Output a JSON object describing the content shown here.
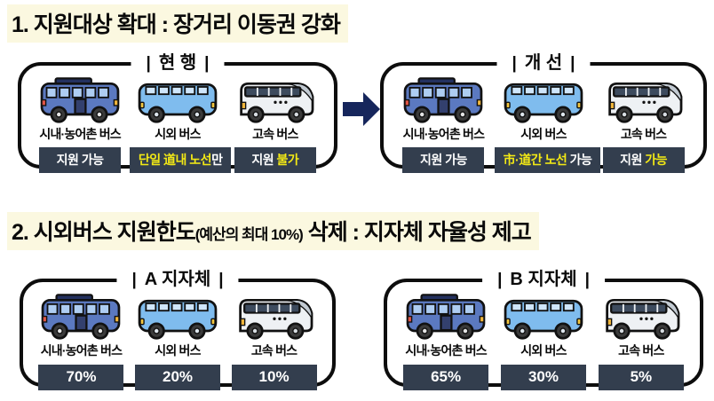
{
  "colors": {
    "badge_bg": "#333e4e",
    "white": "#ffffff",
    "yellow": "#f3e915",
    "arrow_navy": "#16265c",
    "title_highlight": "#fbf8e0",
    "box_border": "#0d0d0d"
  },
  "decor": {
    "bar": "|"
  },
  "section1": {
    "title": "1. 지원대상 확대 : 장거리 이동권 강화",
    "boxes": [
      {
        "header": "현 행",
        "items": [
          {
            "bus": "city-bus-icon",
            "name": "시내·농어촌 버스",
            "badge": {
              "p1": "지원 가능",
              "p1_color": "white"
            }
          },
          {
            "bus": "intercity-bus-icon",
            "name": "시외 버스",
            "badge": {
              "p1": "단일 道내 노선",
              "p1_color": "yellow",
              "p2": "만",
              "p2_color": "white"
            }
          },
          {
            "bus": "express-bus-icon",
            "name": "고속 버스",
            "badge": {
              "p1": "지원 ",
              "p1_color": "white",
              "p2": "불가",
              "p2_color": "yellow"
            }
          }
        ]
      },
      {
        "header": "개 선",
        "items": [
          {
            "bus": "city-bus-icon",
            "name": "시내·농어촌 버스",
            "badge": {
              "p1": "지원 가능",
              "p1_color": "white"
            }
          },
          {
            "bus": "intercity-bus-icon",
            "name": "시외 버스",
            "badge": {
              "p1": "市·道간 노선",
              "p1_color": "yellow",
              "p2": " 가능",
              "p2_color": "white"
            }
          },
          {
            "bus": "express-bus-icon",
            "name": "고속 버스",
            "badge": {
              "p1": "지원 ",
              "p1_color": "white",
              "p2": "가능",
              "p2_color": "yellow"
            }
          }
        ]
      }
    ]
  },
  "section2": {
    "title_prefix": "2. 시외버스 지원한도",
    "title_paren": "(예산의 최대 10%)",
    "title_suffix": " 삭제 : 지자체 자율성 제고",
    "boxes": [
      {
        "header": "A 지자체",
        "items": [
          {
            "bus": "city-bus-icon",
            "name": "시내·농어촌 버스",
            "value": "70%"
          },
          {
            "bus": "intercity-bus-icon",
            "name": "시외 버스",
            "value": "20%"
          },
          {
            "bus": "express-bus-icon",
            "name": "고속 버스",
            "value": "10%"
          }
        ]
      },
      {
        "header": "B 지자체",
        "items": [
          {
            "bus": "city-bus-icon",
            "name": "시내·농어촌 버스",
            "value": "65%"
          },
          {
            "bus": "intercity-bus-icon",
            "name": "시외 버스",
            "value": "30%"
          },
          {
            "bus": "express-bus-icon",
            "name": "고속 버스",
            "value": "5%"
          }
        ]
      }
    ]
  }
}
